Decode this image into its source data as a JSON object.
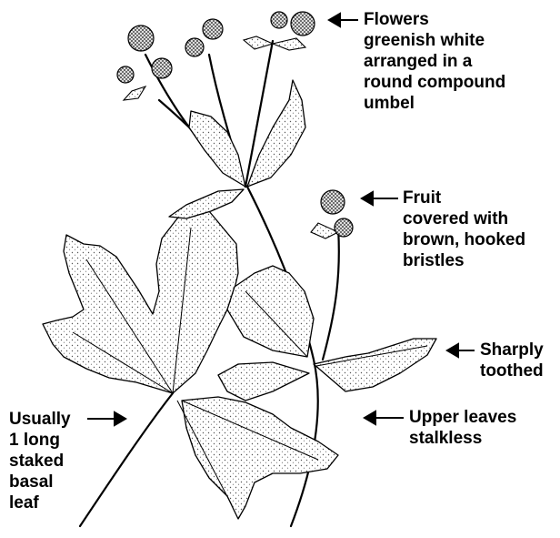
{
  "title": "",
  "annotations": {
    "flowers": [
      "Flowers",
      "greenish white",
      "arranged in a",
      "round compound",
      "umbel"
    ],
    "fruit": [
      "Fruit",
      "covered with",
      "brown, hooked",
      "bristles"
    ],
    "toothed": [
      "Sharply",
      "toothed"
    ],
    "upper_leaves": [
      "Upper leaves",
      "stalkless"
    ],
    "basal_leaf": [
      "Usually",
      "1 long",
      "staked",
      "basal",
      "leaf"
    ]
  },
  "colors": {
    "ink": "#000000",
    "leaf_fill": "#f4f4f4",
    "flower": "#222222"
  }
}
